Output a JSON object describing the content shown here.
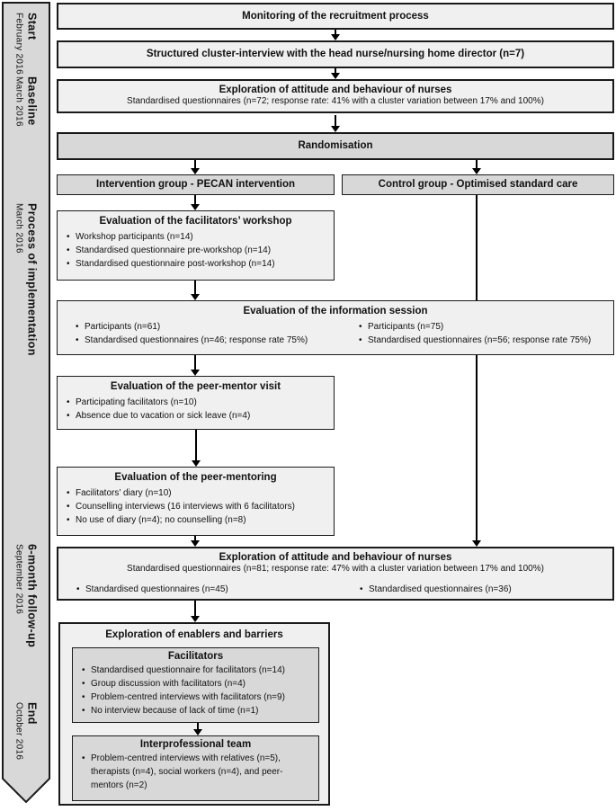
{
  "palette": {
    "box_light": "#f0f0f0",
    "box_gray": "#d8d8d8",
    "border": "#1a1a1a",
    "arrow": "#000000",
    "background": "#ffffff"
  },
  "timeline": {
    "sections": [
      {
        "name": "Start",
        "date": "February 2016"
      },
      {
        "name": "Baseline",
        "date": "March 2016"
      },
      {
        "name": "Process of implementation",
        "date": "March 2016"
      },
      {
        "name": "6-month follow-up",
        "date": "September 2016"
      },
      {
        "name": "End",
        "date": "October 2016"
      }
    ]
  },
  "flow": {
    "monitoring": {
      "title": "Monitoring of the recruitment process"
    },
    "cluster_interview": {
      "title": "Structured cluster-interview with the head nurse/nursing home director (n=7)"
    },
    "baseline_exploration": {
      "title": "Exploration of attitude and behaviour of nurses",
      "subtitle": "Standardised questionnaires (n=72; response rate: 41% with a cluster variation between 17% and 100%)"
    },
    "randomisation": {
      "title": "Randomisation"
    },
    "intervention_group": {
      "title": "Intervention group - PECAN intervention"
    },
    "control_group": {
      "title": "Control group - Optimised standard care"
    },
    "workshop": {
      "title": "Evaluation of the facilitators’ workshop",
      "bullets": [
        "Workshop participants (n=14)",
        "Standardised questionnaire pre-workshop (n=14)",
        "Standardised questionnaire post-workshop (n=14)"
      ]
    },
    "info_session": {
      "title": "Evaluation of the information session",
      "left_bullets": [
        "Participants (n=61)",
        "Standardised questionnaires (n=46; response rate 75%)"
      ],
      "right_bullets": [
        "Participants (n=75)",
        "Standardised questionnaires (n=56; response rate 75%)"
      ]
    },
    "peer_mentor_visit": {
      "title": "Evaluation of the peer-mentor visit",
      "bullets": [
        "Participating facilitators (n=10)",
        "Absence due to vacation or sick leave (n=4)"
      ]
    },
    "peer_mentoring": {
      "title": "Evaluation of the peer-mentoring",
      "bullets": [
        "Facilitators’ diary (n=10)",
        "Counselling interviews (16 interviews with 6 facilitators)",
        "No use of diary (n=4); no counselling (n=8)"
      ]
    },
    "followup_exploration": {
      "title": "Exploration of attitude and behaviour of nurses",
      "subtitle": "Standardised questionnaires (n=81; response rate: 47% with a cluster variation between 17% and 100%)",
      "left_bullets": [
        "Standardised questionnaires (n=45)"
      ],
      "right_bullets": [
        "Standardised questionnaires (n=36)"
      ]
    },
    "enablers": {
      "title": "Exploration of enablers and barriers",
      "facilitators": {
        "title": "Facilitators",
        "bullets": [
          "Standardised questionnaire for facilitators (n=14)",
          "Group discussion with facilitators (n=4)",
          "Problem-centred interviews with facilitators (n=9)",
          "No interview because of lack of time (n=1)"
        ]
      },
      "interprofessional": {
        "title": "Interprofessional team",
        "bullets": [
          "Problem-centred interviews with relatives (n=5), therapists (n=4), social workers (n=4), and peer-mentors (n=2)"
        ]
      }
    }
  }
}
